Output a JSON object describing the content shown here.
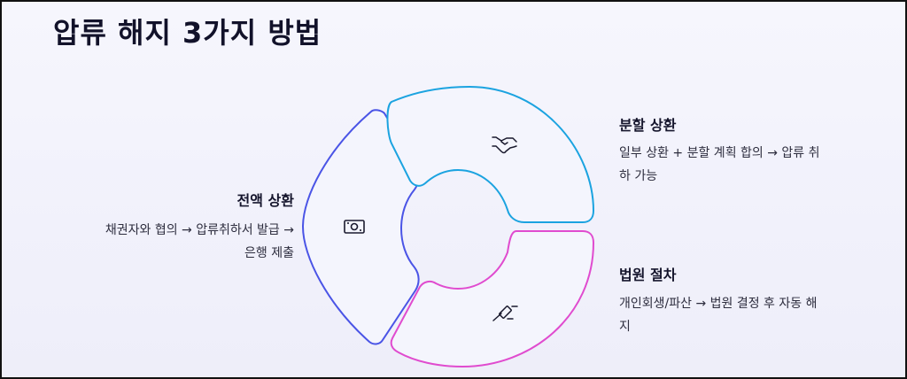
{
  "title": "압류 해지 3가지 방법",
  "methods": [
    {
      "title": "전액 상환",
      "desc_line1": "채권자와 협의 → 압류취하서 발급 →",
      "desc_line2": "은행 제출",
      "icon": "money-bill-icon",
      "color": "#4a54e6"
    },
    {
      "title": "분할 상환",
      "desc_line1": "일부 상환 + 분할 계획 합의 → 압류 취",
      "desc_line2": "하 가능",
      "icon": "handshake-icon",
      "color": "#1ba3e0"
    },
    {
      "title": "법원 절차",
      "desc_line1": "개인회생/파산 → 법원 결정 후 자동 해",
      "desc_line2": "지",
      "icon": "gavel-icon",
      "color": "#e04bcf"
    }
  ]
}
